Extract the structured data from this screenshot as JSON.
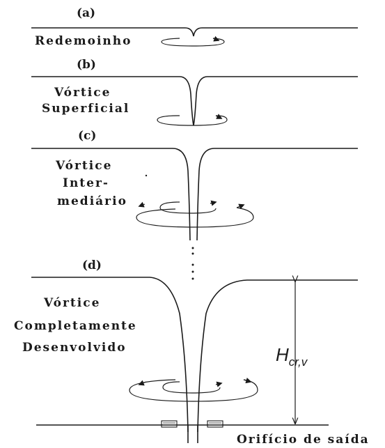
{
  "panels": {
    "a": {
      "tag": "(a)",
      "label": "Redemoinho"
    },
    "b": {
      "tag": "(b)",
      "label_line1": "Vórtice",
      "label_line2": "Superficial"
    },
    "c": {
      "tag": "(c)",
      "label_line1": "Vórtice",
      "label_line2": "Inter-",
      "label_line3": "mediário"
    },
    "d": {
      "tag": "(d)",
      "label_line1": "Vórtice",
      "label_line2": "Completamente",
      "label_line3": "Desenvolvido"
    }
  },
  "dimension": {
    "symbol": "H",
    "subscript": "cr,v"
  },
  "outlet_label": "Orifício de saída"
}
